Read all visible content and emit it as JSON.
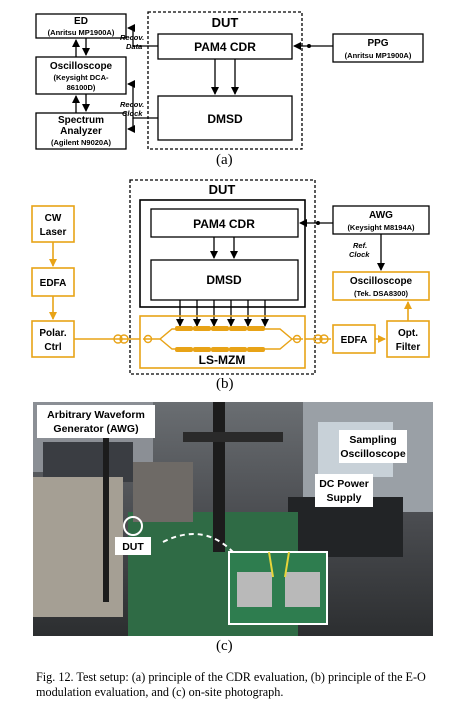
{
  "panel_a": {
    "dut": "DUT",
    "ed_name": "ED",
    "ed_model": "(Anritsu MP1900A)",
    "osc_name": "Oscilloscope",
    "osc_model_1": "(Keysight DCA-",
    "osc_model_2": "86100D)",
    "sa_name_1": "Spectrum",
    "sa_name_2": "Analyzer",
    "sa_model": "(Agilent N9020A)",
    "cdr": "PAM4 CDR",
    "dmsd": "DMSD",
    "ppg_name": "PPG",
    "ppg_model": "(Anritsu MP1900A)",
    "recov_data_1": "Recov.",
    "recov_data_2": "Data",
    "recov_clock_1": "Recov.",
    "recov_clock_2": "Clock",
    "label": "(a)"
  },
  "panel_b": {
    "dut": "DUT",
    "cw_1": "CW",
    "cw_2": "Laser",
    "edfa_left": "EDFA",
    "polar_1": "Polar.",
    "polar_2": "Ctrl",
    "cdr": "PAM4 CDR",
    "dmsd": "DMSD",
    "mzm": "LS-MZM",
    "awg_name": "AWG",
    "awg_model": "(Keysight M8194A)",
    "ref_clock_1": "Ref.",
    "ref_clock_2": "Clock",
    "osc_name": "Oscilloscope",
    "osc_model": "(Tek. DSA8300)",
    "edfa_right": "EDFA",
    "filter_1": "Opt.",
    "filter_2": "Filter",
    "label": "(b)"
  },
  "panel_c": {
    "awg_1": "Arbitrary Waveform",
    "awg_2": "Generator (AWG)",
    "sampling_1": "Sampling",
    "sampling_2": "Oscilloscope",
    "dc_1": "DC Power",
    "dc_2": "Supply",
    "dut": "DUT",
    "label": "(c)"
  },
  "caption": "Fig. 12.   Test setup: (a) principle of the CDR evaluation, (b) principle of the E-O modulation evaluation, and (c) on-site photograph.",
  "colors": {
    "optical": "#e8a317",
    "black": "#000000"
  }
}
